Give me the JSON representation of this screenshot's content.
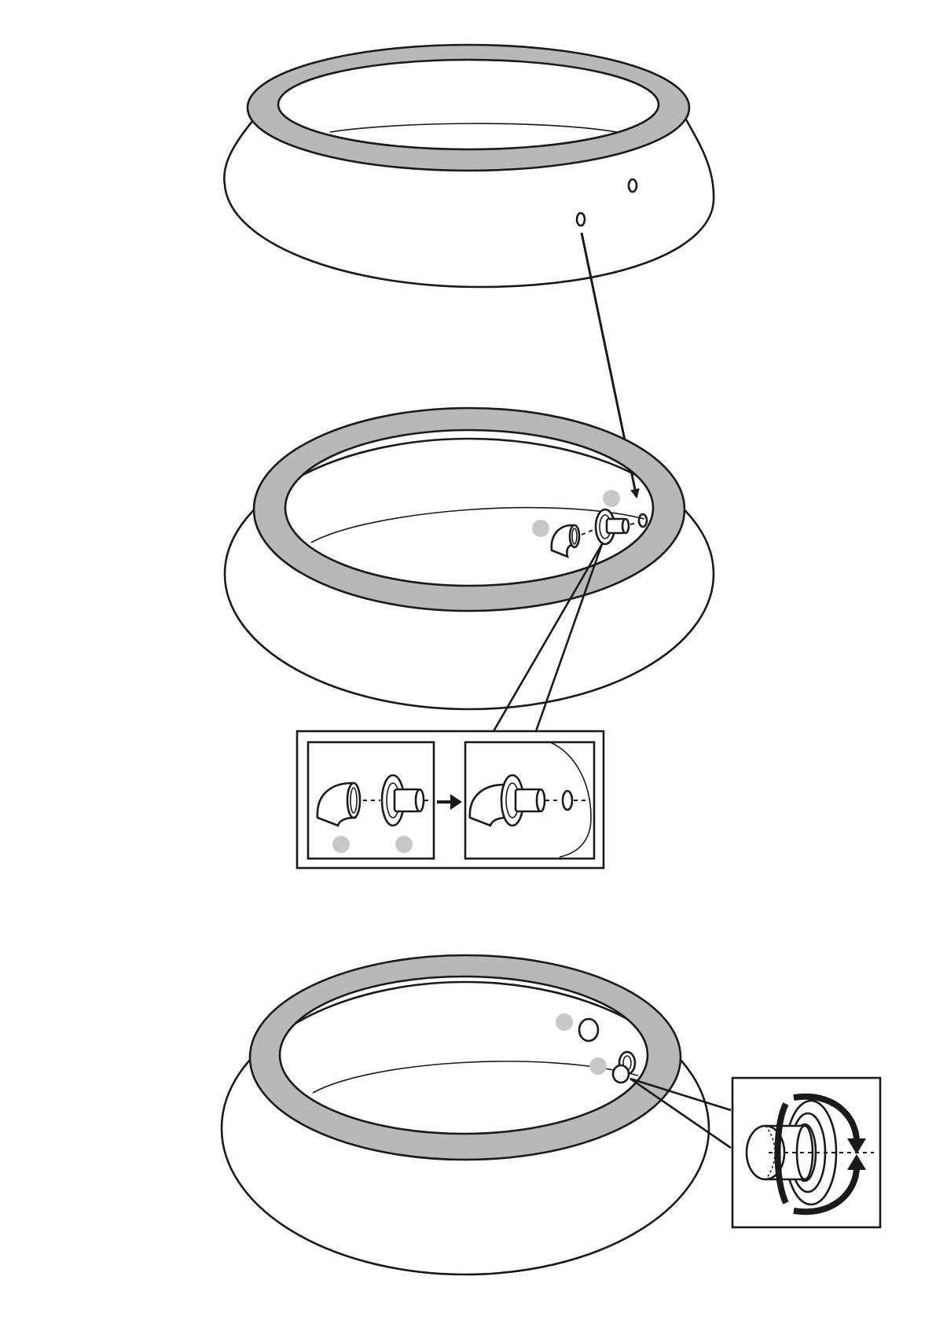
{
  "colors": {
    "line": "#1a1a1a",
    "ring": "#b8b8b8",
    "marker": "#c8c8c8",
    "background": "#ffffff"
  },
  "steps": [
    {
      "name": "pool-wall-with-outlet-holes"
    },
    {
      "name": "pool-ring-with-outlet-fittings"
    },
    {
      "name": "pool-ring-with-installed-fittings"
    }
  ],
  "callout_markers": 6,
  "detail_panels": [
    "fitting-assembly-detail",
    "tighten-rotation-detail"
  ],
  "icons": [
    "down-arrow-icon",
    "right-arrow-icon",
    "rotate-clockwise-icon"
  ]
}
